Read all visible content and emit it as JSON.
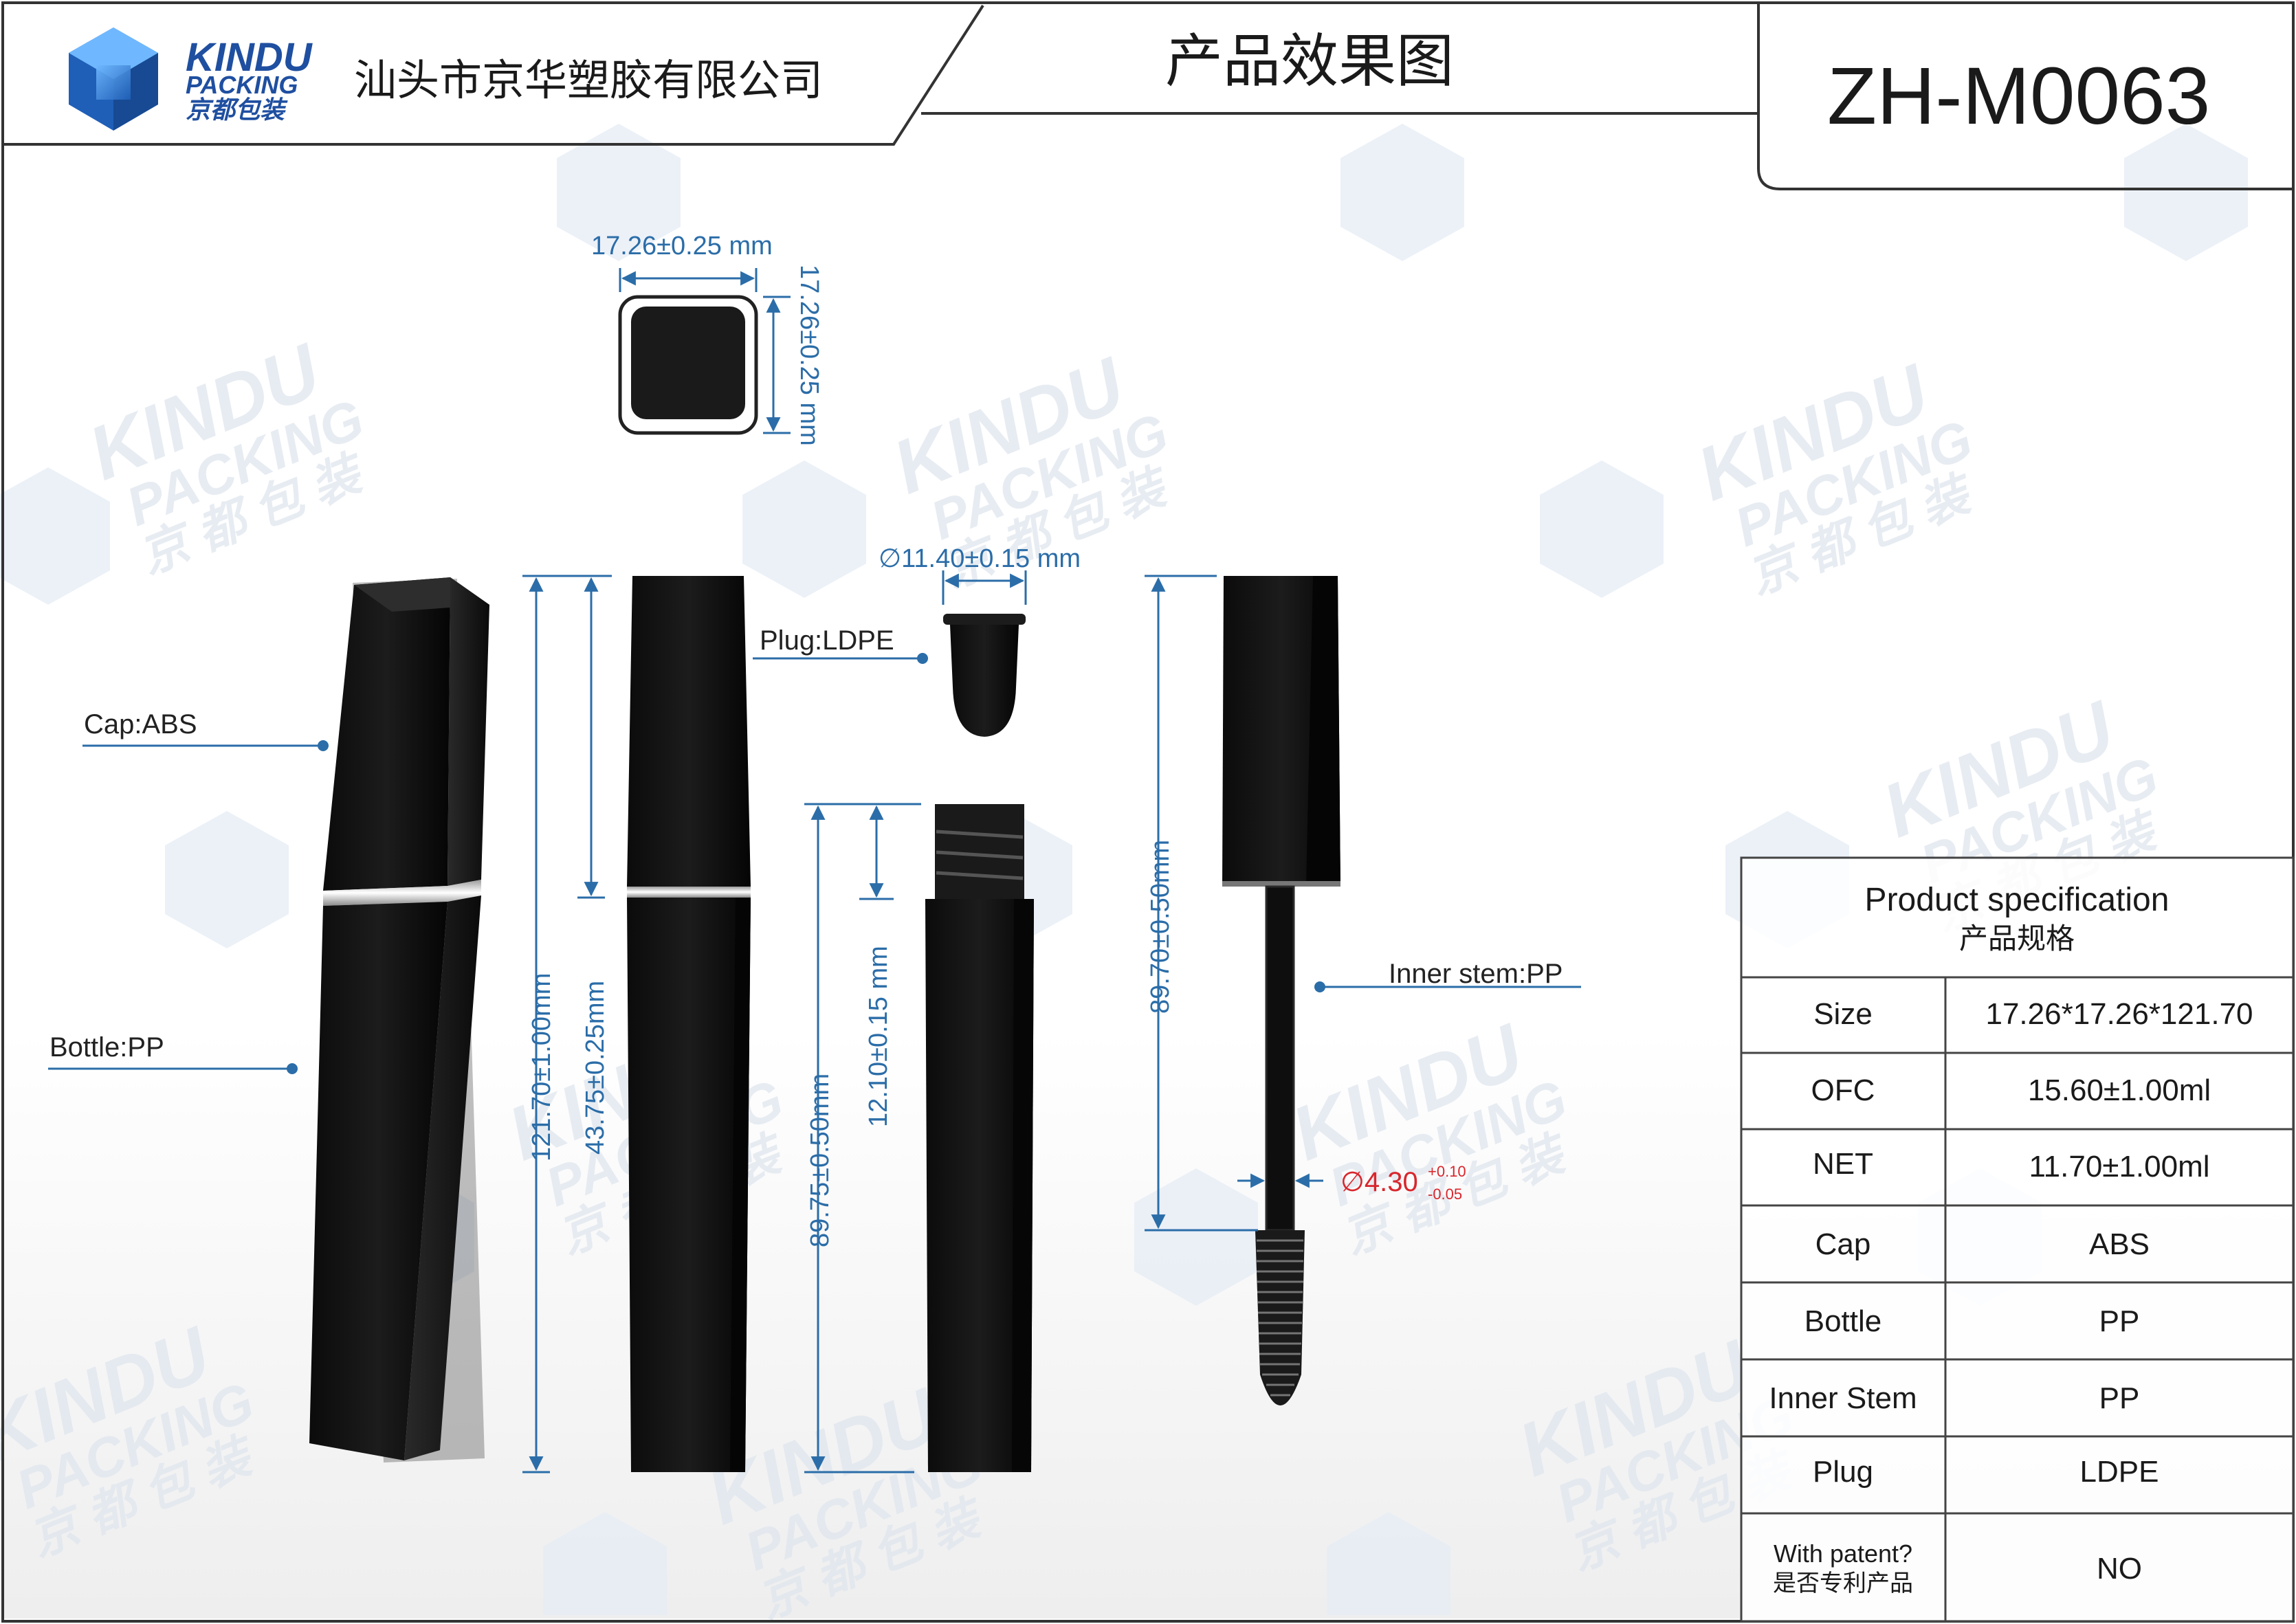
{
  "header": {
    "brand_en_1": "KINDU",
    "brand_en_2": "PACKING",
    "brand_cn": "京都包装",
    "company": "汕头市京华塑胶有限公司",
    "title": "产品效果图",
    "model": "ZH-M0063"
  },
  "watermark": {
    "line1": "KINDU",
    "line2": "PACKING",
    "line3": "京 都 包 装"
  },
  "dimensions": {
    "cap_top_width": "17.26±0.25 mm",
    "cap_top_depth": "17.26±0.25 mm",
    "plug_diameter": "∅11.40±0.15 mm",
    "total_height": "121.70±1.00mm",
    "cap_height": "43.75±0.25mm",
    "bottle_height": "89.75±0.50mm",
    "neck_height": "12.10±0.15 mm",
    "stem_length": "89.70±0.50mm",
    "stem_diameter_main": "∅4.30",
    "stem_tol_upper": "+0.10",
    "stem_tol_lower": "-0.05"
  },
  "labels": {
    "cap": "Cap:ABS",
    "bottle": "Bottle:PP",
    "plug": "Plug:LDPE",
    "stem": "Inner stem:PP"
  },
  "spec_table": {
    "title_en": "Product specification",
    "title_cn": "产品规格",
    "rows": [
      {
        "label": "Size",
        "value": "17.26*17.26*121.70"
      },
      {
        "label": "OFC",
        "value": "15.60±1.00ml"
      },
      {
        "label": "NET",
        "value": "11.70±1.00ml"
      },
      {
        "label": "Cap",
        "value": "ABS"
      },
      {
        "label": "Bottle",
        "value": "PP"
      },
      {
        "label": "Inner Stem",
        "value": "PP"
      },
      {
        "label": "Plug",
        "value": "LDPE"
      }
    ],
    "patent_label_en": "With patent?",
    "patent_label_cn": "是否专利产品",
    "patent_value": "NO"
  },
  "colors": {
    "dimension": "#2b6da8",
    "tolerance": "#d8262c",
    "logo_blue": "#1f5fb8"
  }
}
